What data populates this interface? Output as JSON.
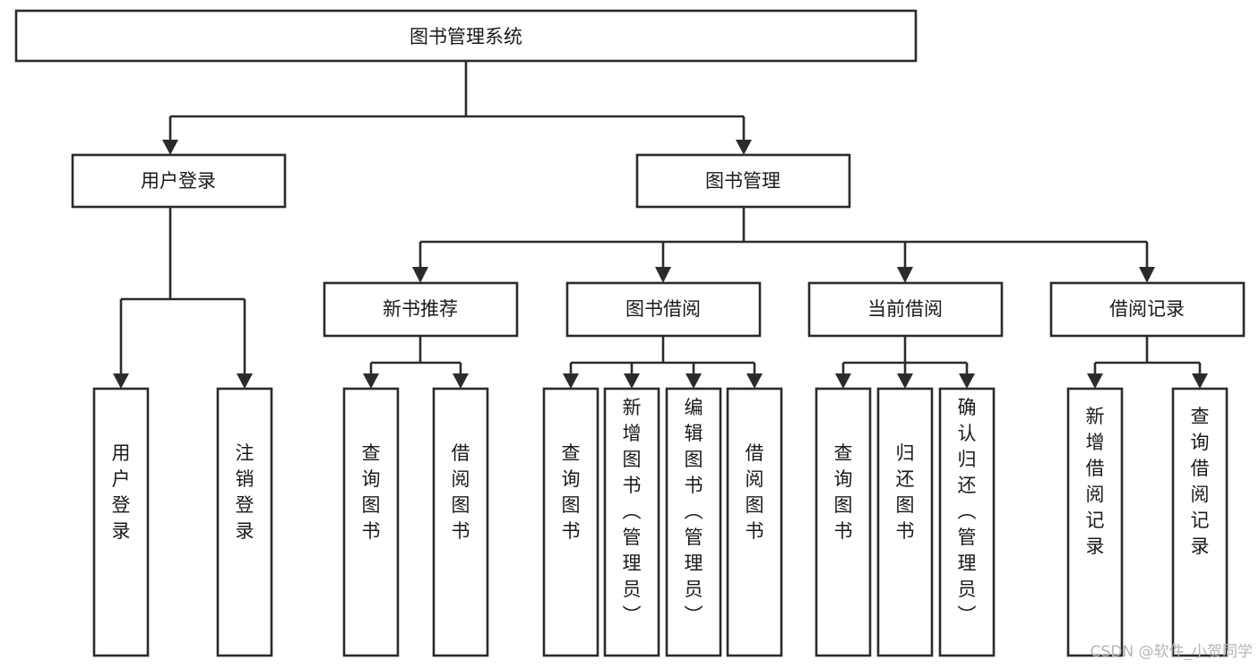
{
  "diagram": {
    "title": "图书管理系统",
    "type": "tree-hierarchy-chart",
    "root": {
      "id": "root",
      "label": "图书管理系统"
    },
    "level2": [
      {
        "id": "user-login",
        "label": "用户登录"
      },
      {
        "id": "book-manage",
        "label": "图书管理"
      }
    ],
    "level3": [
      {
        "id": "new-book-recommend",
        "label": "新书推荐"
      },
      {
        "id": "book-borrow",
        "label": "图书借阅"
      },
      {
        "id": "current-borrow",
        "label": "当前借阅"
      },
      {
        "id": "borrow-record",
        "label": "借阅记录"
      }
    ],
    "leaves": {
      "user_login": [
        {
          "id": "leaf-user-login",
          "label": "用户登录"
        },
        {
          "id": "leaf-logout-login",
          "label": "注销登录"
        }
      ],
      "new_book_recommend": [
        {
          "id": "leaf-query-book-1",
          "label": "查询图书"
        },
        {
          "id": "leaf-borrow-book-1",
          "label": "借阅图书"
        }
      ],
      "book_borrow": [
        {
          "id": "leaf-query-book-2",
          "label": "查询图书"
        },
        {
          "id": "leaf-add-book",
          "label": "新增图书（管理员）"
        },
        {
          "id": "leaf-edit-book",
          "label": "编辑图书（管理员）"
        },
        {
          "id": "leaf-borrow-book-2",
          "label": "借阅图书"
        }
      ],
      "current_borrow": [
        {
          "id": "leaf-query-book-3",
          "label": "查询图书"
        },
        {
          "id": "leaf-return-book",
          "label": "归还图书"
        },
        {
          "id": "leaf-confirm-return",
          "label": "确认归还（管理员）"
        }
      ],
      "borrow_record": [
        {
          "id": "leaf-add-record",
          "label": "新增借阅记录"
        },
        {
          "id": "leaf-query-record",
          "label": "查询借阅记录"
        }
      ]
    }
  },
  "watermark": {
    "text": "CSDN @软件_小贺同学"
  },
  "colors": {
    "stroke": "#2b2b2b",
    "box_fill": "#ffffff",
    "text": "#1a1a1a",
    "background": "#ffffff",
    "watermark": "#b6b6b6"
  }
}
